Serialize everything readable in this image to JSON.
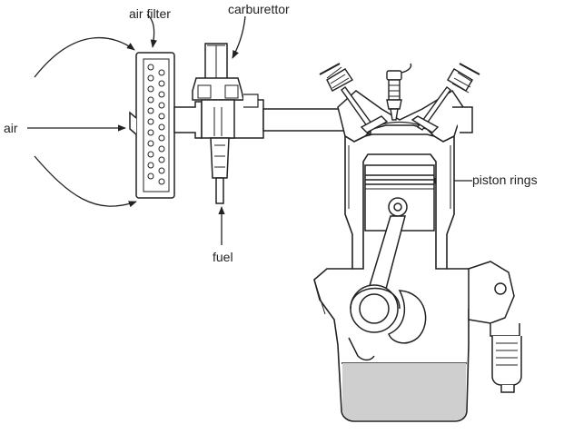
{
  "labels": {
    "air_filter": "air filter",
    "carburettor": "carburettor",
    "air": "air",
    "piston_rings": "piston rings",
    "fuel": "fuel"
  },
  "colors": {
    "ink": "#222222",
    "paper": "#ffffff",
    "oil": "#cfcfcf"
  }
}
